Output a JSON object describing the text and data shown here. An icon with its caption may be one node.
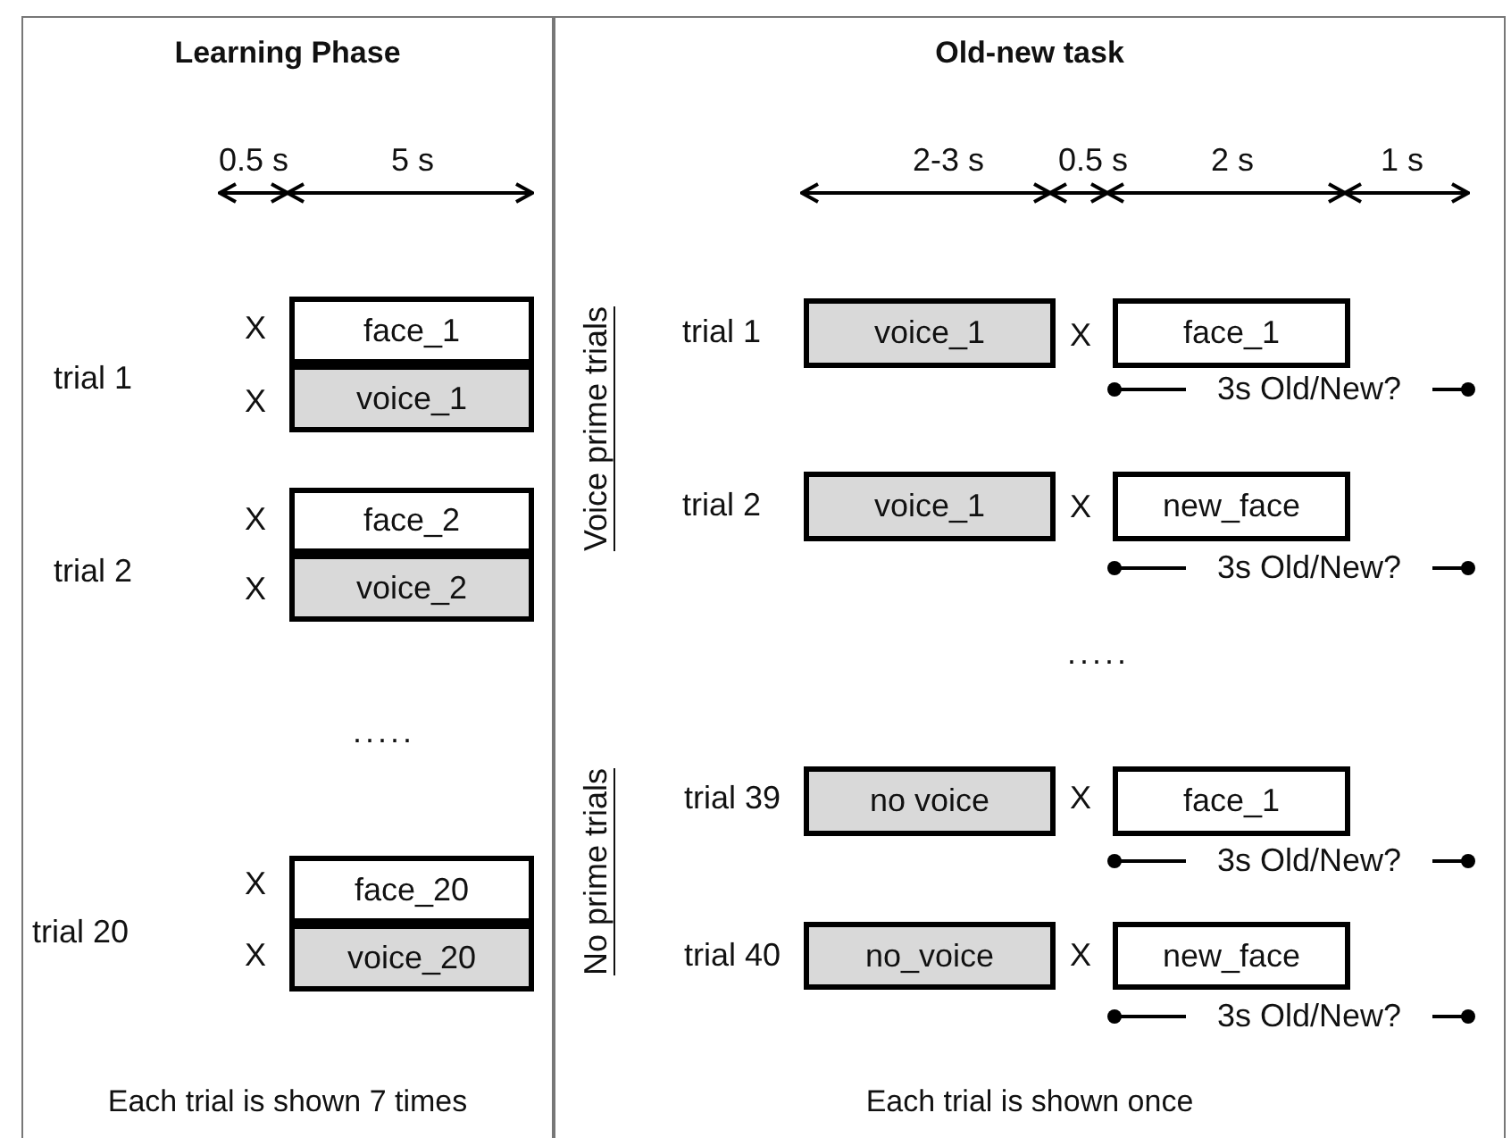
{
  "diagram": {
    "nodes": [
      {
        "text": [
          "Learning Phase",
          "Each trial is shown 7 times"
        ]
      },
      {
        "text": [
          "Old-new task",
          "Each trial is shown once"
        ]
      },
      {
        "text": [
          "face_1"
        ],
        "in": 0
      },
      {
        "text": [
          "voice_1"
        ],
        "in": 0
      },
      {
        "text": [
          "face_2"
        ],
        "in": 0
      },
      {
        "text": [
          "voice_2"
        ],
        "in": 0
      },
      {
        "text": [
          "face_20"
        ],
        "in": 0
      },
      {
        "text": [
          "voice_20"
        ],
        "in": 0
      },
      {
        "text": [
          "voice_1"
        ],
        "in": 1
      },
      {
        "text": [
          "face_1"
        ],
        "in": 1
      },
      {
        "text": [
          "voice_1"
        ],
        "in": 1
      },
      {
        "text": [
          "new_face"
        ],
        "in": 1
      },
      {
        "text": [
          "no voice"
        ],
        "in": 1
      },
      {
        "text": [
          "face_1"
        ],
        "in": 1
      },
      {
        "text": [
          "no_voice"
        ],
        "in": 1
      },
      {
        "text": [
          "new_face"
        ],
        "in": 1
      }
    ],
    "labels": [
      "0.5 s",
      "5 s",
      "X",
      "trial 1",
      "X",
      "X",
      "trial 2",
      "X",
      ".....",
      "X",
      "trial 20",
      "X",
      "2-3 s",
      "0.5 s",
      "2 s",
      "1 s",
      "Voice prime trials",
      "trial 1",
      "X",
      "3s Old/New?",
      "trial 2",
      "X",
      "3s Old/New?",
      ".....",
      "No prime trials",
      "trial 39",
      "X",
      "3s Old/New?",
      "trial 40",
      "X",
      "3s Old/New?"
    ]
  }
}
